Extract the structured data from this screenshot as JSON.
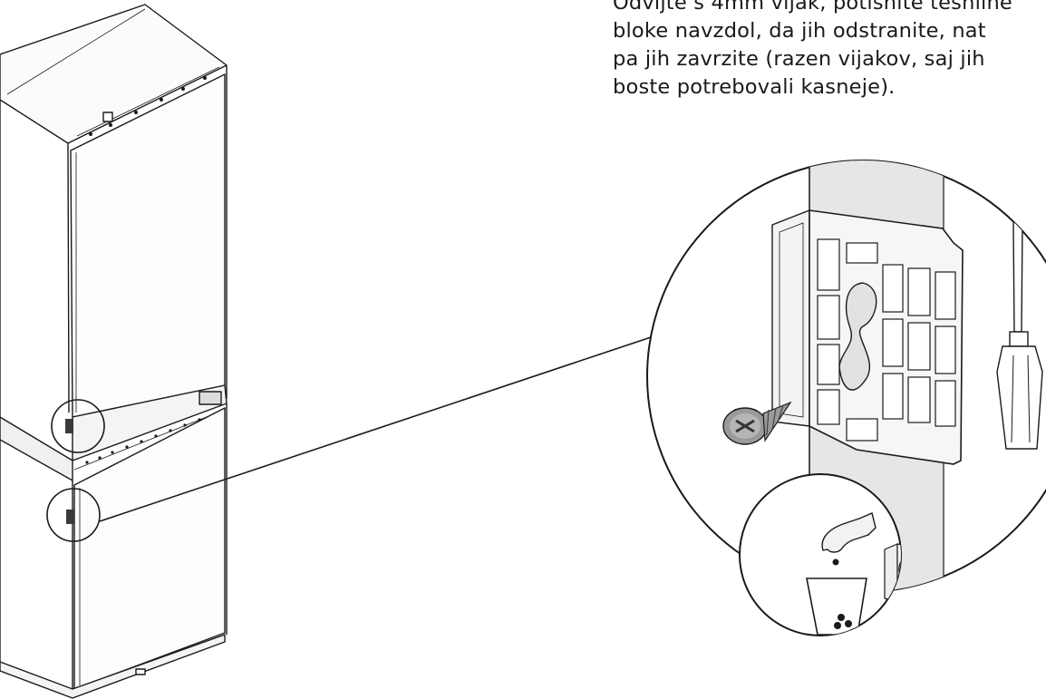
{
  "instructions": {
    "lines": [
      "Odvijte s 4mm vijak, potisnite tesnilne",
      "bloke navzdol, da jih odstranite, nat",
      "pa jih zavrzite (razen vijakov, saj jih",
      "boste potrebovali kasneje)."
    ]
  },
  "colors": {
    "line": "#1a1a1a",
    "panel": "#e6e6e6",
    "screw": "#9a9a9a"
  },
  "icons": [
    "fridge-outline",
    "magnifier-circle",
    "sealing-block",
    "screw-icon",
    "screwdriver-icon",
    "hand-icon",
    "trash-bin-icon"
  ]
}
